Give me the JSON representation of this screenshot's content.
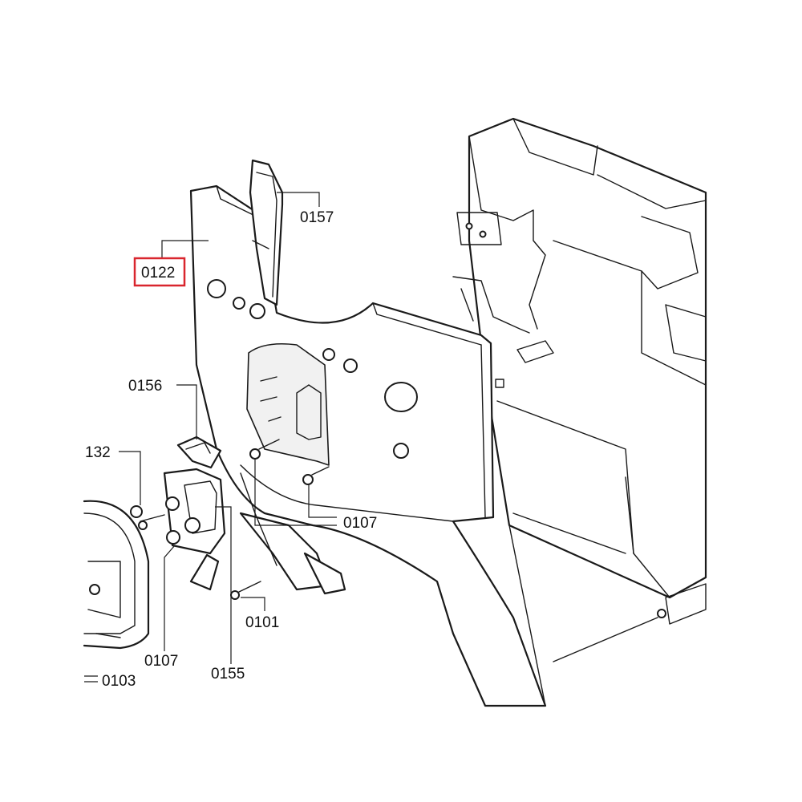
{
  "colors": {
    "highlight": "#d9262e",
    "line": "#1a1a1a",
    "background": "#ffffff"
  },
  "labels": {
    "l0157": "0157",
    "l0122": "0122",
    "l0156": "0156",
    "l132": "132",
    "l0107a": "0107",
    "l0107b": "0107",
    "l0101": "0101",
    "l0155": "0155",
    "l0103": "0103"
  },
  "highlighted_part": "0122"
}
